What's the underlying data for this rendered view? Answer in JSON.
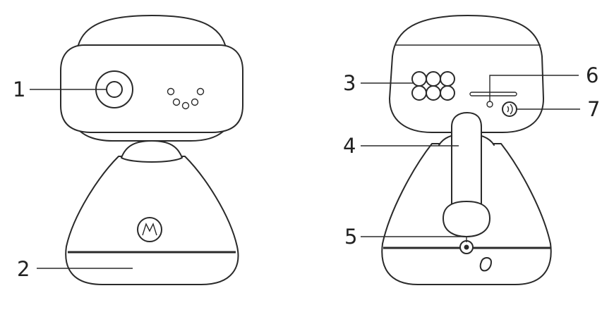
{
  "diagram": {
    "callouts": [
      {
        "id": "1",
        "label": "1"
      },
      {
        "id": "2",
        "label": "2"
      },
      {
        "id": "3",
        "label": "3"
      },
      {
        "id": "4",
        "label": "4"
      },
      {
        "id": "5",
        "label": "5"
      },
      {
        "id": "6",
        "label": "6"
      },
      {
        "id": "7",
        "label": "7"
      }
    ],
    "icons": {
      "brand_logo": "motorola-logo-icon",
      "pair_button": "wifi-pair-icon",
      "power_port": "power-port-icon"
    }
  }
}
